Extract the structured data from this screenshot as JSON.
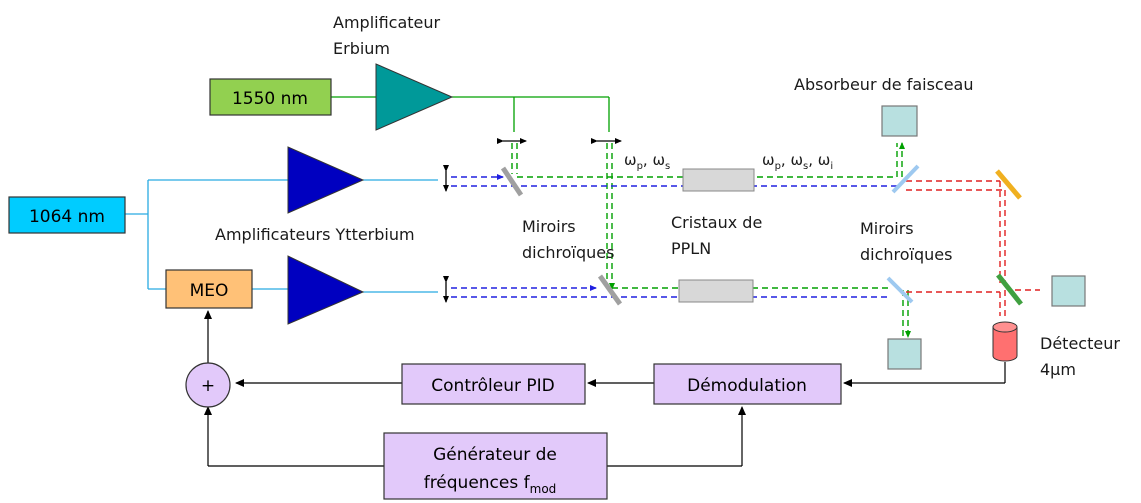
{
  "colors": {
    "erbium_box": "#92D050",
    "nd_box": "#00CCFF",
    "meo_box": "#FFC177",
    "purple_box": "#E2C9FA",
    "erbium_amp": "#009999",
    "ytterbium_amp": "#0000C0",
    "green_beam": "#00A000",
    "blue_beam": "#2020E0",
    "red_beam": "#E02020",
    "crystal": "#D8D8D8",
    "absorber": "#B8E0E0",
    "detector": "#FF7070",
    "cyan_line": "#29ABE2"
  },
  "sources": {
    "erbium_laser": "1550 nm",
    "ytterbium_laser": "1064 nm",
    "meo": "MEO"
  },
  "labels": {
    "amp_erbium_line1": "Amplificateur",
    "amp_erbium_line2": "Erbium",
    "amp_ytterbium": "Amplificateurs Ytterbium",
    "dichroic_left_line1": "Miroirs",
    "dichroic_left_line2": "dichroïques",
    "crystals_line1": "Cristaux de",
    "crystals_line2": "PPLN",
    "dichroic_right_line1": "Miroirs",
    "dichroic_right_line2": "dichroïques",
    "absorber": "Absorbeur de faisceau",
    "detector_line1": "Détecteur",
    "detector_line2": "4µm",
    "omega_in": "ωp, ωs",
    "omega_out": "ωp, ωs, ωi",
    "omega_letter": "ω",
    "sub_p": "p",
    "sub_s": "s",
    "sub_i": "i"
  },
  "control": {
    "sum": "+",
    "pid": "Contrôleur PID",
    "demod": "Démodulation",
    "generator_line1": "Générateur de",
    "generator_line2": "fréquences f",
    "generator_sub": "mod"
  }
}
